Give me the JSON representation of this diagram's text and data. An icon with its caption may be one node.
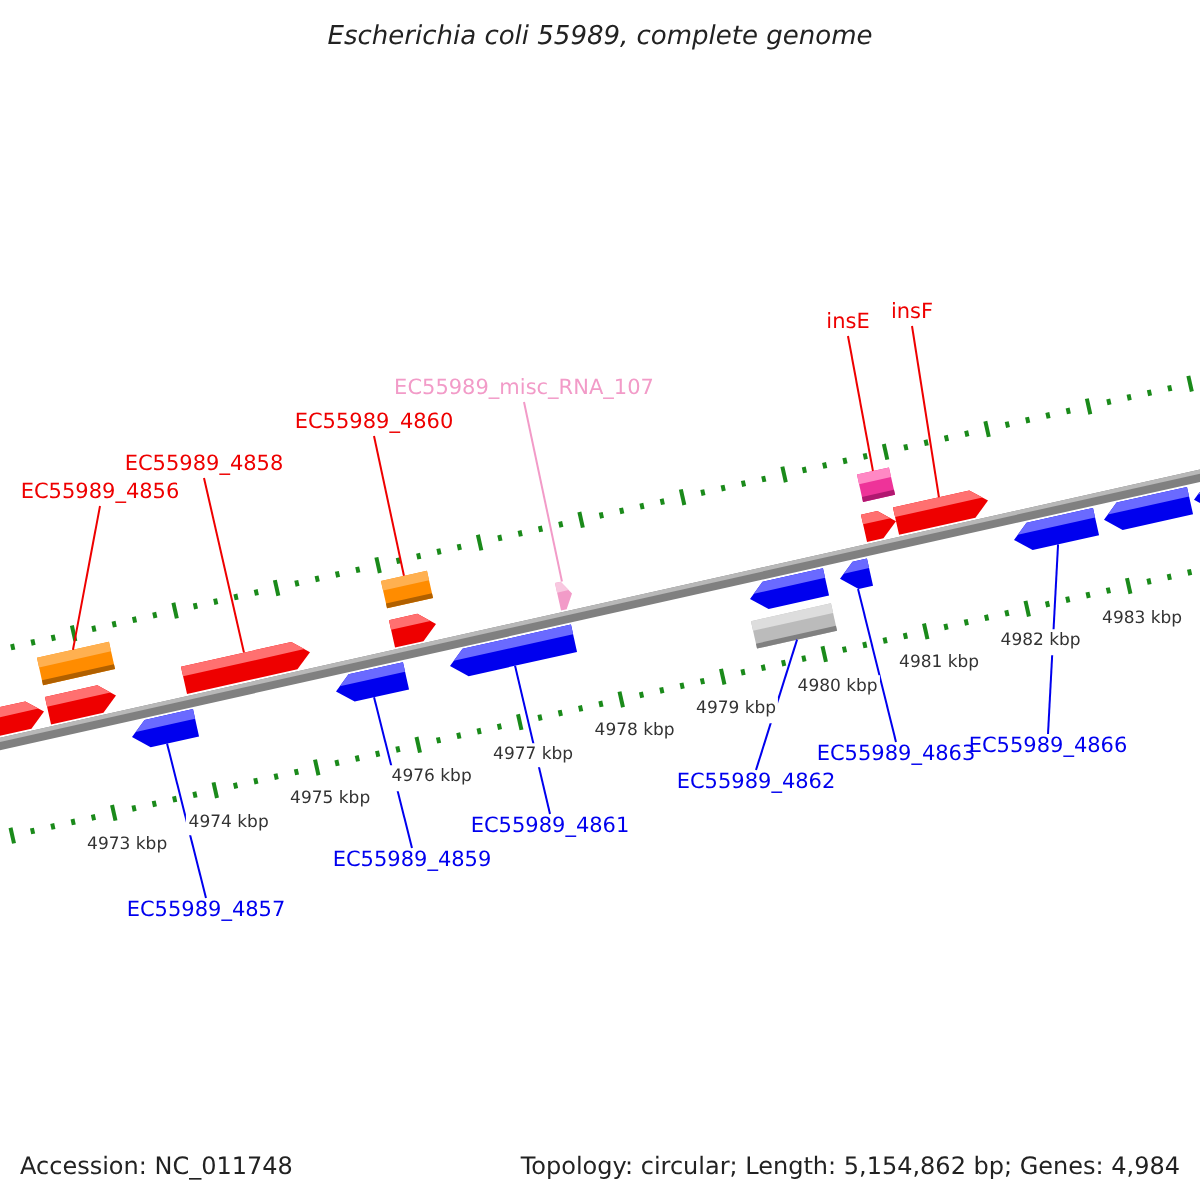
{
  "diagram": {
    "title": "Escherichia coli 55989, complete genome",
    "nodes": [
      {
        "text": [
          "EC55989_4856"
        ]
      },
      {
        "text": [
          "EC55989_4858"
        ]
      },
      {
        "text": [
          "EC55989_4860"
        ]
      },
      {
        "text": [
          "EC55989_misc_RNA_107"
        ]
      },
      {
        "text": [
          "insE"
        ]
      },
      {
        "text": [
          "insF"
        ]
      },
      {
        "text": [
          "EC55989_4857"
        ]
      },
      {
        "text": [
          "EC55989_4859"
        ]
      },
      {
        "text": [
          "EC55989_4861"
        ]
      },
      {
        "text": [
          "EC55989_4862"
        ]
      },
      {
        "text": [
          "EC55989_4863"
        ]
      },
      {
        "text": [
          "EC55989_4866"
        ]
      },
      {
        "text": [],
        "shape": "pentagon"
      },
      {
        "text": [],
        "shape": "box"
      },
      {
        "text": [],
        "shape": "pentagon"
      },
      {
        "text": [],
        "shape": "pentagon"
      },
      {
        "text": [],
        "shape": "pentagon"
      },
      {
        "text": [],
        "shape": "pentagon"
      },
      {
        "text": [],
        "shape": "box"
      },
      {
        "text": [],
        "shape": "pentagon"
      },
      {
        "text": [],
        "shape": "pentagon"
      },
      {
        "text": [],
        "shape": "pentagon"
      },
      {
        "text": [],
        "shape": "pentagon"
      },
      {
        "text": [],
        "shape": "box"
      },
      {
        "text": [],
        "shape": "pentagon"
      },
      {
        "text": [],
        "shape": "box"
      },
      {
        "text": [],
        "shape": "pentagon"
      },
      {
        "text": [],
        "shape": "pentagon"
      },
      {
        "text": [],
        "shape": "pentagon"
      },
      {
        "text": [],
        "shape": "pentagon"
      },
      {
        "text": [],
        "shape": "pentagon"
      }
    ],
    "edges": [
      {
        "from": 0,
        "to": 13,
        "arrow": "none",
        "color": "#ee0000"
      },
      {
        "from": 1,
        "to": 16,
        "arrow": "none",
        "color": "#ee0000"
      },
      {
        "from": 2,
        "to": 18,
        "arrow": "none",
        "color": "#ee0000"
      },
      {
        "from": 3,
        "to": 21,
        "arrow": "none",
        "color": "#f29bc8"
      },
      {
        "from": 4,
        "to": 25,
        "arrow": "none",
        "color": "#ee0000"
      },
      {
        "from": 5,
        "to": 27,
        "arrow": "none",
        "color": "#ee0000"
      },
      {
        "from": 6,
        "to": 15,
        "arrow": "none",
        "color": "#0000ee"
      },
      {
        "from": 7,
        "to": 17,
        "arrow": "none",
        "color": "#0000ee"
      },
      {
        "from": 8,
        "to": 20,
        "arrow": "none",
        "color": "#0000ee"
      },
      {
        "from": 9,
        "to": 23,
        "arrow": "none",
        "color": "#0000ee"
      },
      {
        "from": 10,
        "to": 24,
        "arrow": "none",
        "color": "#0000ee"
      },
      {
        "from": 11,
        "to": 28,
        "arrow": "none",
        "color": "#0000ee"
      }
    ],
    "labels": [
      "4973 kbp",
      "4974 kbp",
      "4975 kbp",
      "4976 kbp",
      "4977 kbp",
      "4978 kbp",
      "4979 kbp",
      "4980 kbp",
      "4981 kbp",
      "4982 kbp",
      "4983 kbp",
      "Accession: NC_011748",
      "Topology: circular; Length: 5,154,862 bp; Genes: 4,984"
    ]
  }
}
